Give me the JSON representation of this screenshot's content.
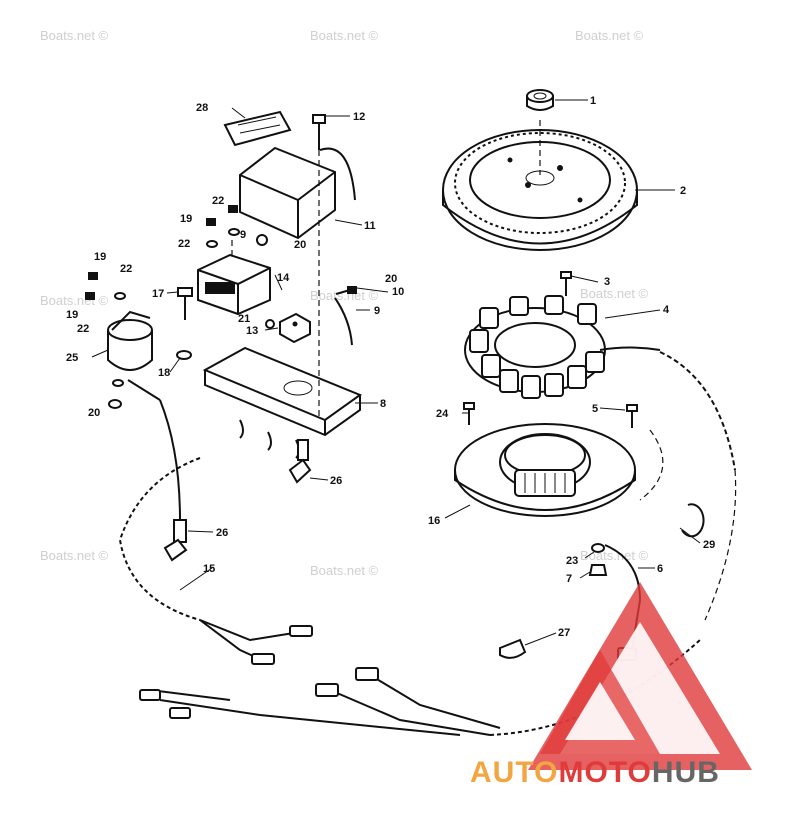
{
  "watermarks": [
    "Boats.net ©",
    "Boats.net ©",
    "Boats.net ©",
    "Boats.net ©",
    "Boats.net ©",
    "Boats.net ©",
    "Boats.net ©",
    "Boats.net ©",
    "Boats.net ©"
  ],
  "callouts": [
    "1",
    "2",
    "3",
    "4",
    "5",
    "6",
    "7",
    "8",
    "9",
    "9",
    "10",
    "11",
    "12",
    "13",
    "14",
    "15",
    "16",
    "17",
    "18",
    "19",
    "19",
    "19",
    "20",
    "20",
    "20",
    "21",
    "22",
    "22",
    "22",
    "22",
    "23",
    "24",
    "25",
    "26",
    "26",
    "27",
    "28",
    "29"
  ],
  "logo": {
    "text_a": "AUTO",
    "text_b": "MOTO",
    "text_c": "HUB",
    "color_red": "#e03a3a",
    "color_orange": "#f2a541",
    "color_gray": "#666666"
  }
}
